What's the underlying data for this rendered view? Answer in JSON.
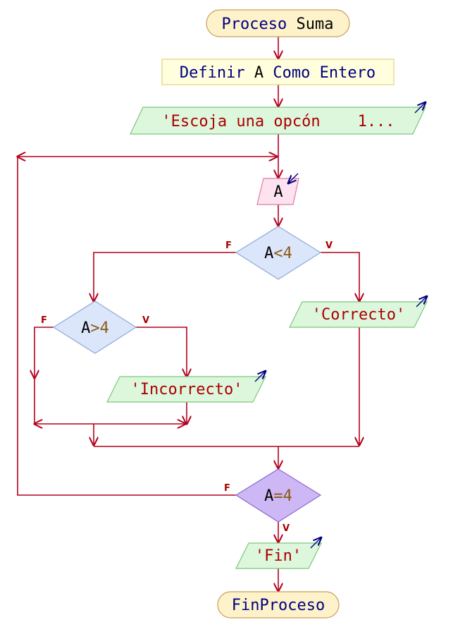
{
  "colors": {
    "keyword": "#000080",
    "identifier": "#000000",
    "string": "#aa0000",
    "number": "#8a5a14",
    "operator": "#8a5a14",
    "edge": "#b3001b",
    "terminator_fill": "#fdf2c9",
    "terminator_stroke": "#caa060",
    "define_fill": "#ffffdd",
    "define_stroke": "#e2d27a",
    "output_fill": "#ddf7dd",
    "output_stroke": "#7cc67c",
    "input_fill": "#fde3ef",
    "input_stroke": "#e07aa0",
    "decision_fill": "#dbe6fb",
    "decision_stroke": "#8fa9d8",
    "loop_decision_fill": "#cdb8f5",
    "loop_decision_stroke": "#8d6ad0"
  },
  "nodes": {
    "start": {
      "keyword": "Proceso",
      "name": "Suma"
    },
    "define": {
      "kw1": "Definir",
      "var": "A",
      "kw2": "Como",
      "type": "Entero"
    },
    "output_menu": {
      "text": "'Escoja una opcón    1...",
      "icon": "output-arrow-icon"
    },
    "input_a": {
      "var": "A",
      "icon": "input-arrow-icon"
    },
    "decision_lt": {
      "var": "A",
      "op": "<",
      "num": "4",
      "false_label": "F",
      "true_label": "V"
    },
    "decision_gt": {
      "var": "A",
      "op": ">",
      "num": "4",
      "false_label": "F",
      "true_label": "V"
    },
    "output_incorrecto": {
      "text": "'Incorrecto'",
      "icon": "output-arrow-icon"
    },
    "output_correcto": {
      "text": "'Correcto'",
      "icon": "output-arrow-icon"
    },
    "decision_eq": {
      "var": "A",
      "op": "=",
      "num": "4",
      "false_label": "F",
      "true_label": "V"
    },
    "output_fin": {
      "text": "'Fin'",
      "icon": "output-arrow-icon"
    },
    "end": {
      "keyword": "FinProceso"
    }
  }
}
